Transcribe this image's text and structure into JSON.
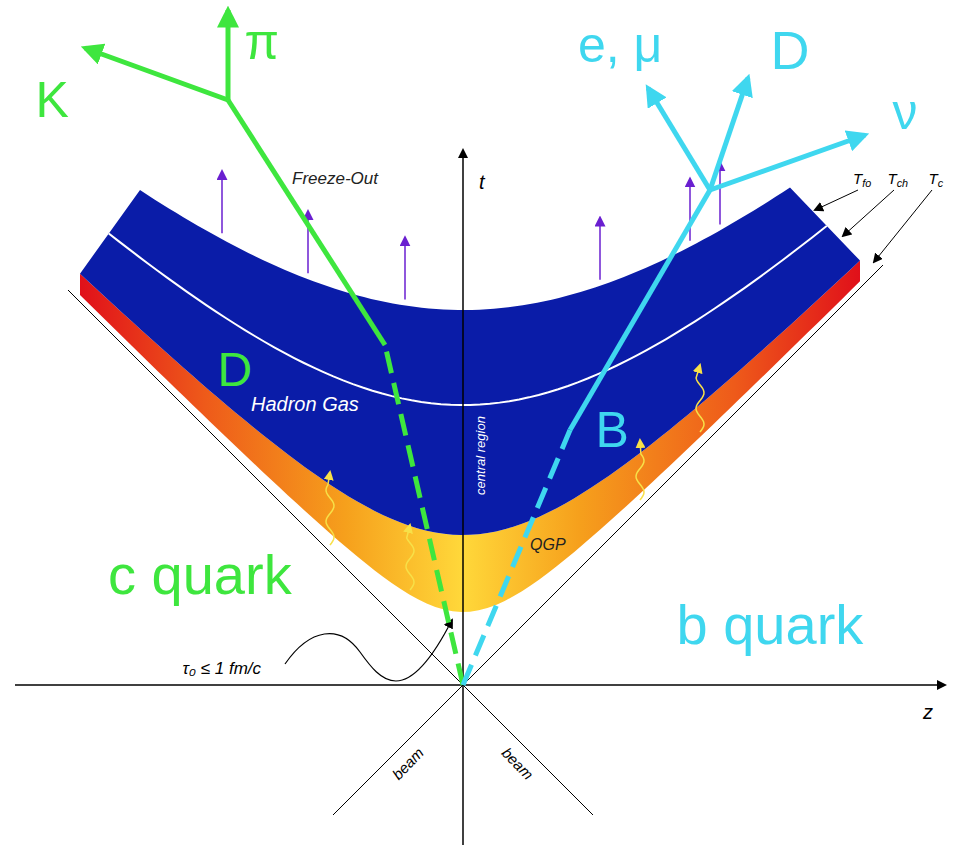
{
  "diagram": {
    "labels": [
      "K",
      "π",
      "e, μ",
      "D",
      "ν",
      "Freeze-Out",
      "t",
      "Tfo",
      "Tch",
      "Tc",
      "Hadron Gas",
      "D",
      "B",
      "central region",
      "c quark",
      "QGP",
      "b quark",
      "τ₀ ≤ 1 fm/c",
      "z",
      "beam",
      "beam"
    ]
  }
}
